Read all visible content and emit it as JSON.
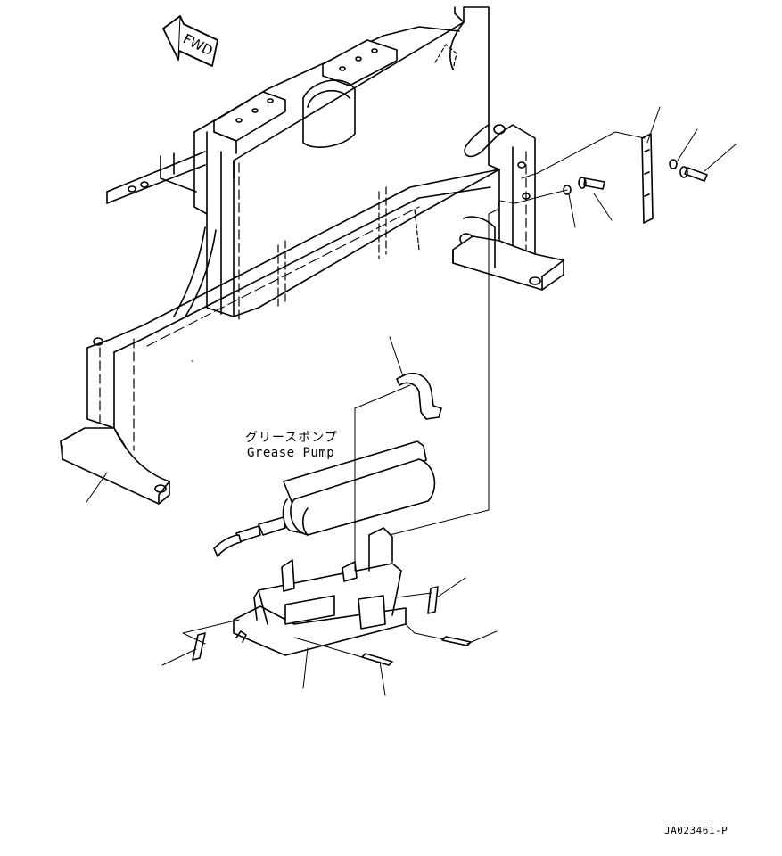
{
  "direction_arrow": {
    "text": "FWD"
  },
  "callout": {
    "label_jp": "グリースポンプ",
    "label_en": "Grease Pump"
  },
  "drawing_code": "JA023461-P",
  "colors": {
    "line": "#000000",
    "background": "#ffffff"
  }
}
